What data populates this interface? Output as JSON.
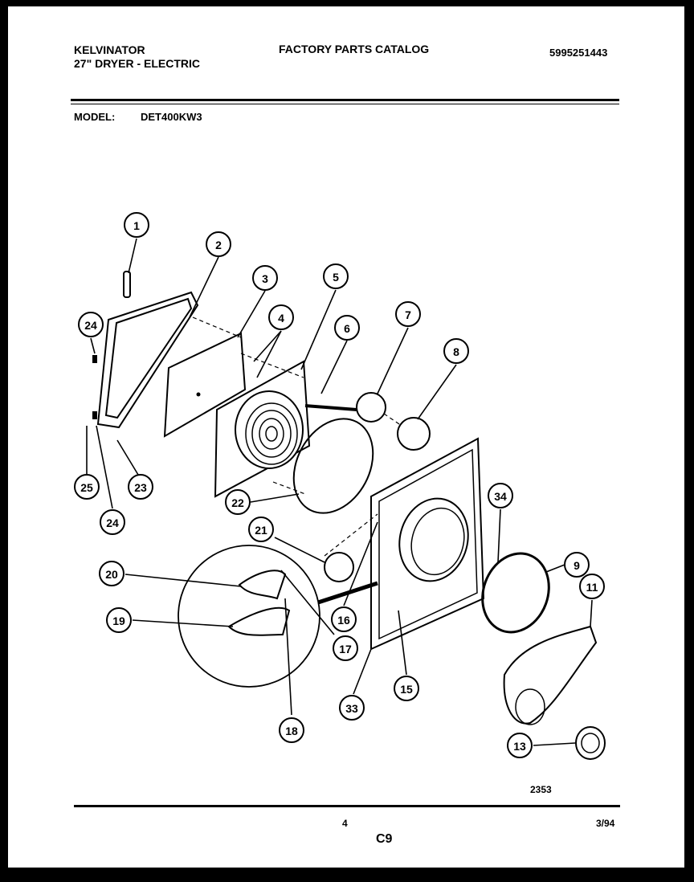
{
  "header": {
    "brand": "KELVINATOR",
    "product": "27\" DRYER - ELECTRIC",
    "catalog_title": "FACTORY PARTS CATALOG",
    "catalog_number": "5995251443"
  },
  "model": {
    "label": "MODEL:",
    "value": "DET400KW3"
  },
  "diagram": {
    "figure_number": "2353",
    "callouts": [
      "1",
      "2",
      "3",
      "4",
      "5",
      "6",
      "7",
      "8",
      "24",
      "25",
      "23",
      "24",
      "22",
      "21",
      "34",
      "9",
      "11",
      "20",
      "19",
      "16",
      "17",
      "18",
      "33",
      "15",
      "13"
    ]
  },
  "footer": {
    "page_number": "4",
    "section_code": "C9",
    "date": "3/94"
  }
}
